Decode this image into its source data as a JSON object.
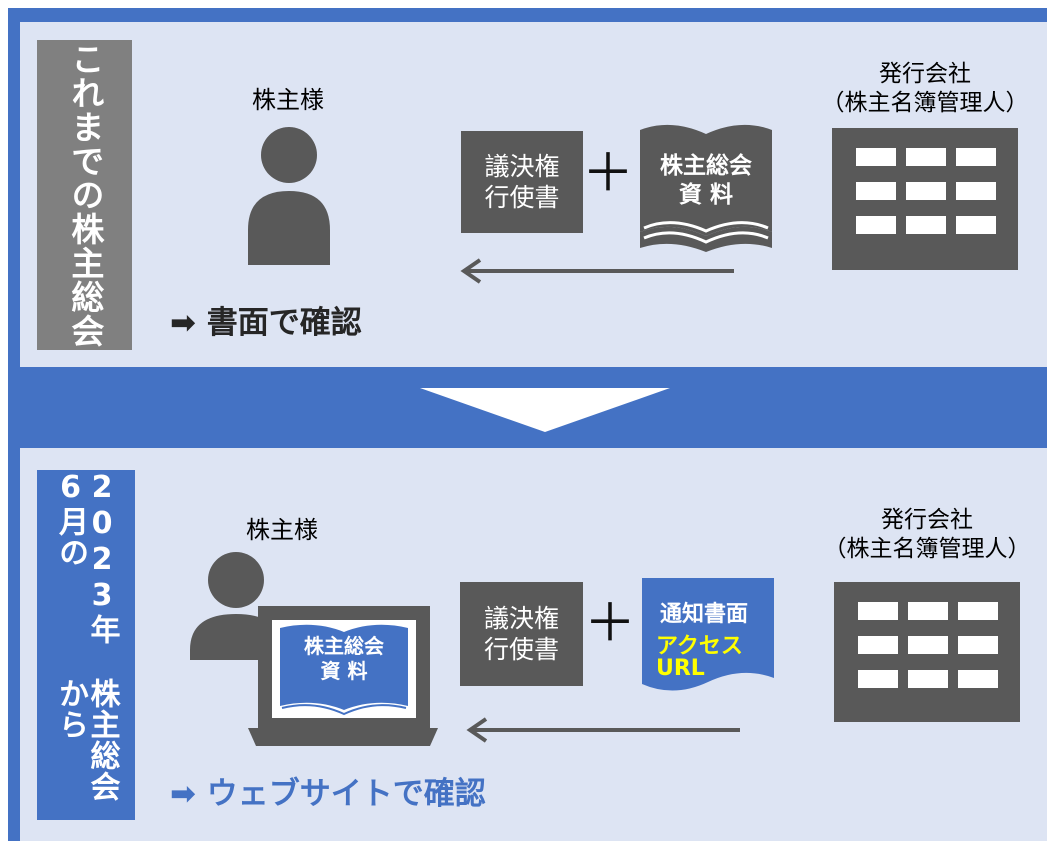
{
  "old_section": {
    "side_label": "これまでの株主総会",
    "shareholder_label": "株主様",
    "proxy_form": [
      "議決権",
      "行使書"
    ],
    "materials": [
      "株主総会",
      "資 料"
    ],
    "issuer_line1": "発行会社",
    "issuer_line2": "（株主名簿管理人）",
    "confirm_arrow": "➡",
    "confirm_text": "書面で確認"
  },
  "new_section": {
    "side_label_digits": "2023年6月の",
    "side_label_rest": "株主総会から",
    "shareholder_label": "株主様",
    "proxy_form": [
      "議決権",
      "行使書"
    ],
    "laptop_materials": [
      "株主総会",
      "資 料"
    ],
    "notice_title": "通知書面",
    "notice_access": "アクセス",
    "notice_url": "URL",
    "issuer_line1": "発行会社",
    "issuer_line2": "（株主名簿管理人）",
    "confirm_arrow": "➡",
    "confirm_text": "ウェブサイトで確認"
  },
  "plus_sign": "＋",
  "colors": {
    "brand_blue": "#4472c4",
    "panel_bg": "#dde4f3",
    "dark_gray": "#595959",
    "label_gray": "#808080",
    "accent_yellow": "#ffff00"
  }
}
